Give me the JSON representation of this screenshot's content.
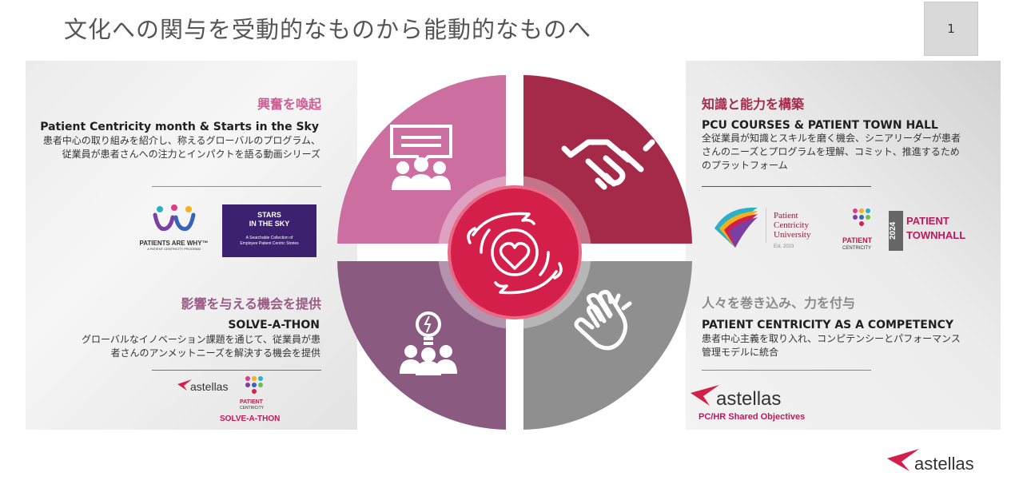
{
  "slide": {
    "title": "文化への関与を受動的なものから能動的なものへ",
    "page_number": "1"
  },
  "colors": {
    "accent": "#c2185b",
    "q1": "#cc6fa0",
    "q2": "#a52a4a",
    "q3": "#8b5a81",
    "q4": "#8f8f8f",
    "center": "#d41f4a"
  },
  "sections": {
    "q1": {
      "heading": "興奮を喚起",
      "subtitle": "Patient Centricity month & Starts in the Sky",
      "description": [
        "患者中心の取り組みを紹介し、称えるグローバルのプログラム、",
        "従業員が患者さんへの注力とインパクトを語る動画シリーズ"
      ],
      "icon": "chat-audience-icon"
    },
    "q2": {
      "heading": "知識と能力を構築",
      "subtitle": "PCU COURSES & PATIENT TOWN HALL",
      "description": [
        "全従業員が知識とスキルを磨く機会、シニアリーダーが患者",
        "さんのニーズとプログラムを理解、コミット、推進するため",
        "のプラットフォーム"
      ],
      "icon": "handshake-icon"
    },
    "q3": {
      "heading": "影響を与える機会を提供",
      "subtitle": "SOLVE-A-THON",
      "description": [
        "グローバルなイノベーション課題を通じて、従業員が患",
        "者さんのアンメットニーズを解決する機会を提供"
      ],
      "icon": "lightbulb-team-icon"
    },
    "q4": {
      "heading": "人々を巻き込み、力を付与",
      "subtitle": "PATIENT CENTRICITY AS A COMPETENCY",
      "description": [
        "患者中心主義を取り入れ、コンピテンシーとパフォーマンス",
        "管理モデルに統合"
      ],
      "icon": "clapping-hands-icon"
    }
  },
  "logos": {
    "patients_are_why": "PATIENTS ARE WHY™",
    "patients_are_why_sub": "A PATIENT CENTRICITY PROGRAM",
    "stars_title_1": "STARS",
    "stars_title_2": "IN THE SKY",
    "stars_sub_1": "A Searchable Collection of",
    "stars_sub_2": "Employee Patient Centric Stories",
    "pcu_1": "Patient",
    "pcu_2": "Centricity",
    "pcu_3": "University",
    "pcu_est": "Est. 2023",
    "townhall_pc_1": "PATIENT",
    "townhall_pc_2": "CENTRICITY",
    "townhall_year": "2024",
    "townhall_1": "PATIENT",
    "townhall_2": "TOWNHALL",
    "solve_brand": "astellas",
    "solve_pc_1": "PATIENT",
    "solve_pc_2": "CENTRICITY",
    "solve_label": "SOLVE-A-THON",
    "objectives_brand": "astellas",
    "objectives_label": "PC/HR Shared Objectives",
    "footer_brand": "astellas"
  }
}
